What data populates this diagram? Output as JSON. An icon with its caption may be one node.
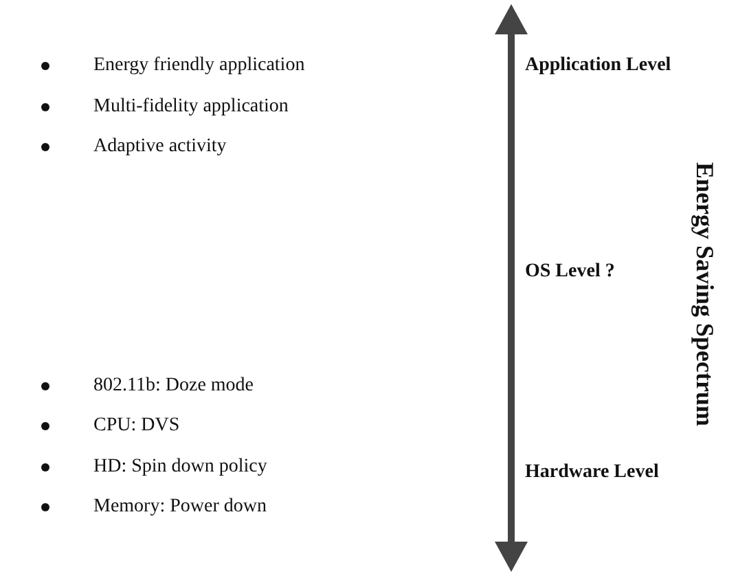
{
  "diagram": {
    "labels": [
      "Energy friendly application",
      "Multi-fidelity application",
      "Adaptive activity",
      "802.11b: Doze mode",
      "CPU: DVS",
      "HD: Spin down policy",
      "Memory: Power down",
      "Application Level",
      "OS Level ?",
      "Hardware Level",
      "Energy Saving Spectrum"
    ]
  }
}
